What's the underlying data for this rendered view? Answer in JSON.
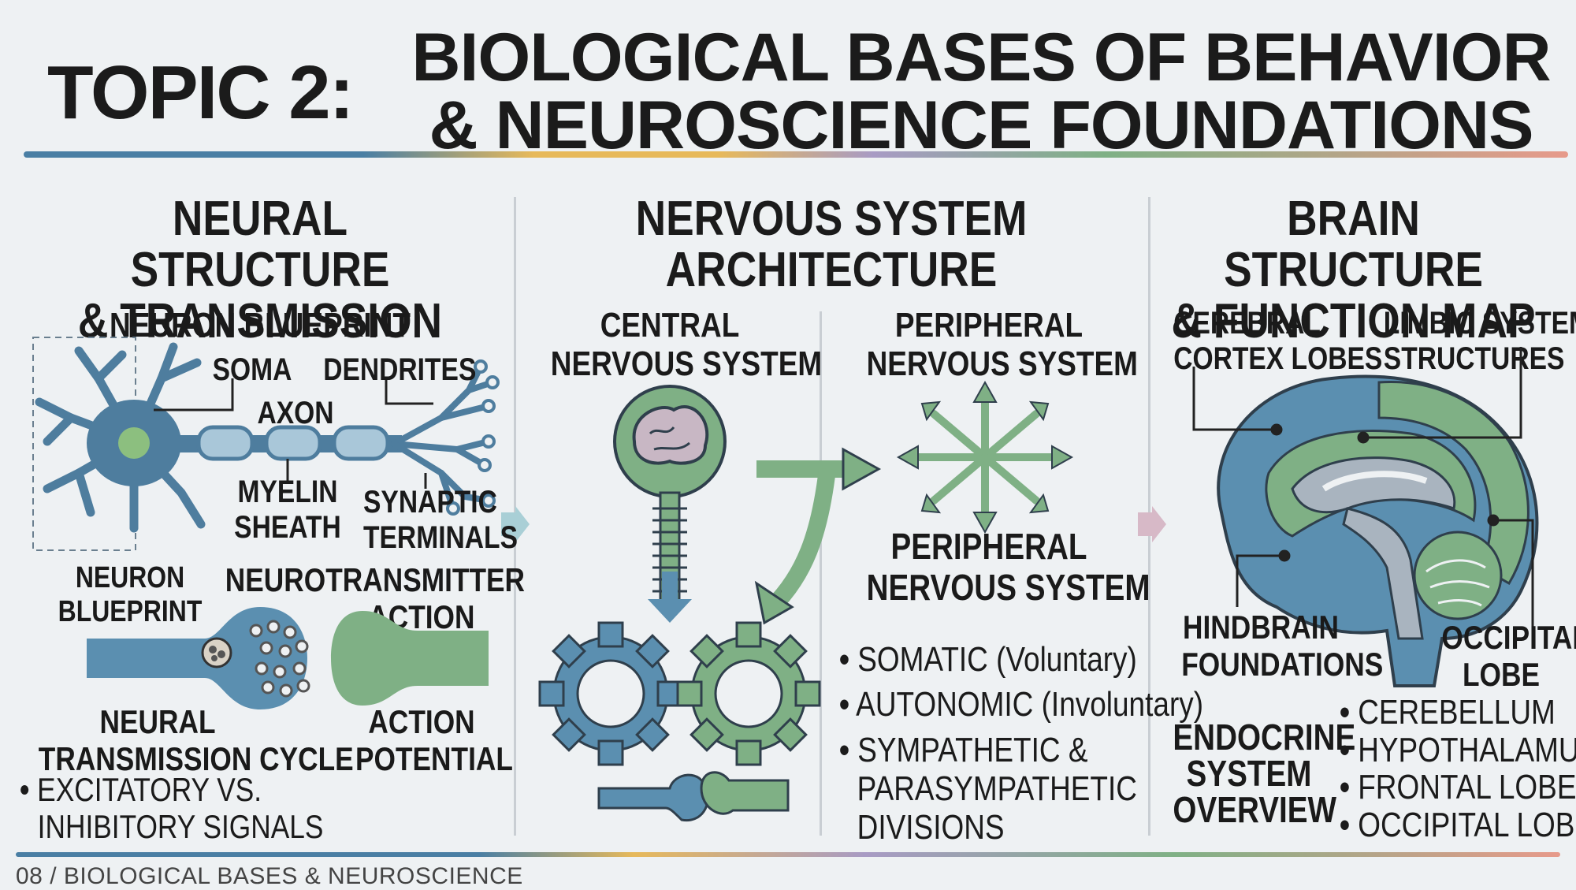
{
  "header": {
    "topic": "TOPIC 2:",
    "title_line1": "BIOLOGICAL BASES OF BEHAVIOR",
    "title_line2": "& NEUROSCIENCE FOUNDATIONS"
  },
  "colors": {
    "blue": "#5b8fb0",
    "green": "#7fb085",
    "light_blue": "#a9c7d9",
    "light_green": "#b8d6ad",
    "dark": "#2f3f4c",
    "rule": [
      "#4a7fa4",
      "#e7b95a",
      "#a89bc4",
      "#7fb085",
      "#e79a8a"
    ]
  },
  "col1": {
    "title_line1": "NEURAL STRUCTURE",
    "title_line2": "& TRANSMISSION",
    "neuron_blueprint_top": "NEURON BLUEPRINT",
    "soma": "SOMA",
    "dendrites": "DENDRITES",
    "axon": "AXON",
    "myelin_1": "MYELIN",
    "myelin_2": "SHEATH",
    "synaptic_1": "SYNAPTIC",
    "synaptic_2": "TERMINALS",
    "neuron_blueprint_1": "NEURON",
    "neuron_blueprint_2": "BLUEPRINT",
    "neurotransmitter_1": "NEUROTRANSMITTER",
    "neurotransmitter_2": "ACTION",
    "neural_cycle_1": "NEURAL",
    "neural_cycle_2": "TRANSMISSION CYCLE",
    "action_1": "ACTION",
    "action_2": "POTENTIAL",
    "bullet_1": "EXCITATORY VS.",
    "bullet_2": "INHIBITORY SIGNALS"
  },
  "col2": {
    "title_line1": "NERVOUS SYSTEM",
    "title_line2": "ARCHITECTURE",
    "cns_1": "CENTRAL",
    "cns_2": "NERVOUS SYSTEM",
    "pns_top_1": "PERIPHERAL",
    "pns_top_2": "NERVOUS SYSTEM",
    "pns_mid_1": "PERIPHERAL",
    "pns_mid_2": "NERVOUS SYSTEM",
    "bullets": [
      "SOMATIC (Voluntary)",
      "AUTONOMIC (Involuntary)",
      "SYMPATHETIC &",
      "PARASYMPATHETIC",
      "DIVISIONS"
    ]
  },
  "col3": {
    "title_line1": "BRAIN STRUCTURE",
    "title_line2": "& FUNCTION MAP",
    "cortex_1": "CEREBRAL",
    "cortex_2": "CORTEX LOBES",
    "limbic_1": "LIMBIC SYSTEM",
    "limbic_2": "STRUCTURES",
    "hindbrain_1": "HINDBRAIN",
    "hindbrain_2": "FOUNDATIONS",
    "occipital_1": "OCCIPITAL",
    "occipital_2": "LOBE",
    "endocrine_1": "ENDOCRINE",
    "endocrine_2": "SYSTEM",
    "endocrine_3": "OVERVIEW",
    "bullets": [
      "CEREBELLUM",
      "HYPOTHALAMUS",
      "FRONTAL LOBE",
      "OCCIPITAL LOBE"
    ]
  },
  "footer": {
    "text": "08 / BIOLOGICAL BASES & NEUROSCIENCE"
  }
}
